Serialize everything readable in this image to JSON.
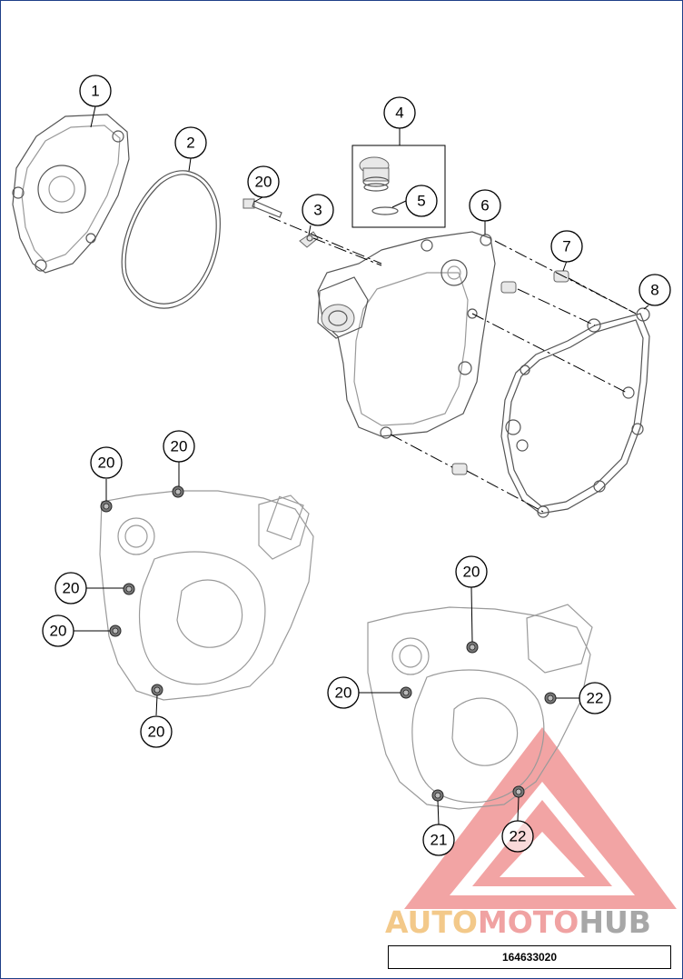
{
  "diagram": {
    "callouts": [
      "1",
      "2",
      "3",
      "4",
      "5",
      "6",
      "7",
      "8",
      "20",
      "20",
      "20",
      "20",
      "20",
      "20",
      "20",
      "20",
      "21",
      "22",
      "22"
    ],
    "part_number": "164633020"
  },
  "watermark": {
    "word_parts": [
      "AUTO",
      "MOTO",
      "HUB"
    ],
    "colors": [
      "#f3c98a",
      "#f0a2a2",
      "#a7a7a7"
    ],
    "triangle_color": "#e85a5a"
  }
}
